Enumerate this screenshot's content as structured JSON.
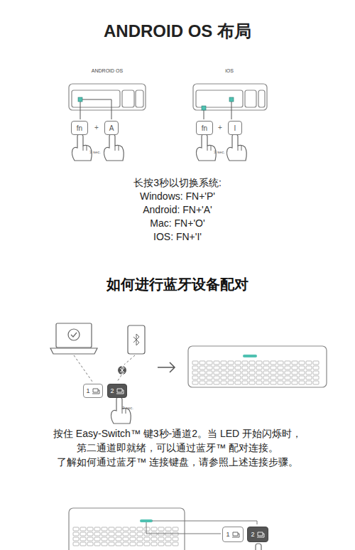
{
  "diagram": {
    "title": "ANDROID OS 布局",
    "nodes": [
      {
        "text": [
          "fn"
        ]
      },
      {
        "text": [
          "A"
        ]
      },
      {
        "text": [
          "fn"
        ]
      },
      {
        "text": [
          "I"
        ]
      },
      {
        "text": [
          "1"
        ]
      },
      {
        "text": [
          "2"
        ]
      },
      {
        "text": [
          "1"
        ]
      },
      {
        "text": [
          "2"
        ]
      }
    ],
    "labels": [
      "ANDROID OS",
      "iOS",
      "+",
      "+",
      "3 sec.",
      "3 sec.",
      "长按3秒以切换系统:",
      "Windows: FN+'P'",
      "Android: FN+'A'",
      "Mac: FN+'O'",
      "IOS: FN+'I'",
      "如何进行蓝牙设备配对",
      "3 sec.",
      "按住 Easy-Switch™ 键3秒-通道2。当 LED 开始闪烁时，",
      "第二通道即就绪，可以通过蓝牙™ 配对连接。",
      "了解如何通过蓝牙™ 连接键盘，请参照上述连接步骤。"
    ]
  }
}
